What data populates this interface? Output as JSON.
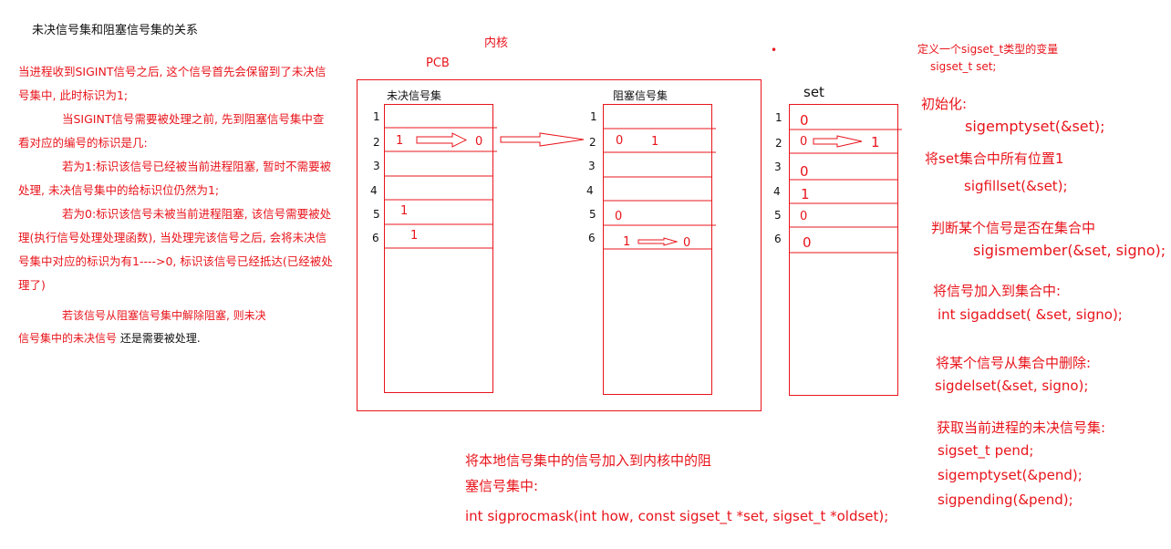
{
  "title": "未决信号集和阻塞信号集的关系",
  "kernel_label": "内核",
  "pcb_label": "PCB",
  "pending_label": "未决信号集",
  "blocked_label": "阻塞信号集",
  "set_label": "set",
  "left_notes": {
    "p1": "当进程收到SIGINT信号之后, 这个信号首先会保留到了未决信号集中, 此时标识为1;",
    "p2": "当SIGINT信号需要被处理之前, 先到阻塞信号集中查看对应的编号的标识是几:",
    "p3": "若为1:标识该信号已经被当前进程阻塞, 暂时不需要被处理, 未决信号集中的给标识位仍然为1;",
    "p4": "若为0:标识该信号未被当前进程阻塞, 该信号需要被处理(执行信号处理处理函数), 当处理完该信号之后, 会将未决信号集中对应的标识为有1---->0, 标识该信号已经抵达(已经被处理了)",
    "p5a": "若该信号从阻塞信号集中解除阻塞,  则未决",
    "p5b_red": "信号集中的未决信号",
    "p5b_black": " 还是需要被处理."
  },
  "row_numbers": [
    "1",
    "2",
    "3",
    "4",
    "5",
    "6"
  ],
  "pending_cells": {
    "r2_from": "1",
    "r2_to": "0",
    "r5": "1",
    "r6": "1"
  },
  "blocked_cells": {
    "r2_a": "0",
    "r2_b": "1",
    "r5": "0",
    "r6_from": "1",
    "r6_to": "0"
  },
  "set_cells": {
    "r1": "0",
    "r2_from": "0",
    "r2_to": "1",
    "r3": "0",
    "r4": "1",
    "r5": "0",
    "r6": "0"
  },
  "right_notes": {
    "define": "定义一个sigset_t类型的变量",
    "define_code": "sigset_t  set;",
    "init": "初始化:",
    "init_code": "sigemptyset(&set);",
    "fill": "将set集合中所有位置1",
    "fill_code": "sigfillset(&set);",
    "member": "判断某个信号是否在集合中",
    "member_code": "sigismember(&set, signo);",
    "add": "将信号加入到集合中:",
    "add_code": "int sigaddset( &set, signo);",
    "del": "将某个信号从集合中删除:",
    "del_code": "sigdelset(&set, signo);",
    "pend": "获取当前进程的未决信号集:",
    "pend_code1": "sigset_t pend;",
    "pend_code2": "sigemptyset(&pend);",
    "pend_code3": "sigpending(&pend);"
  },
  "bottom_notes": {
    "line1": "将本地信号集中的信号加入到内核中的阻",
    "line2": "塞信号集中:",
    "code": "int sigprocmask(int how, const sigset_t *set, sigset_t *oldset);"
  },
  "colors": {
    "ink": "#e8141b",
    "text_black": "#111111"
  }
}
